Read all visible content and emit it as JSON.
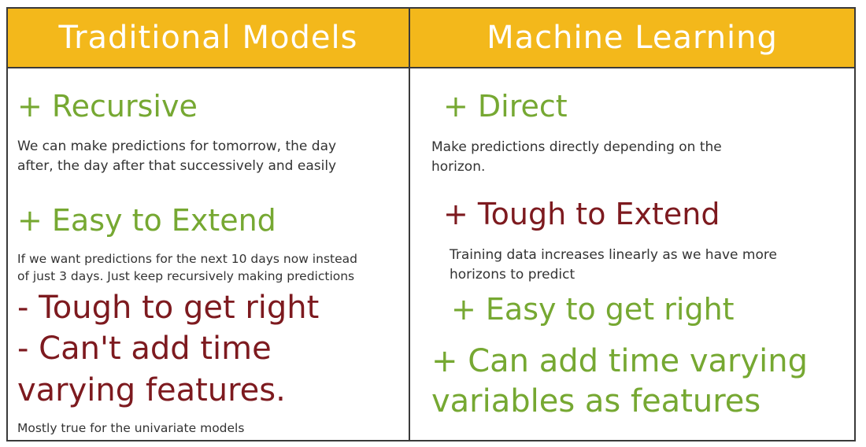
{
  "headers": {
    "left": "Traditional Models",
    "right": "Machine Learning"
  },
  "left": {
    "recursive_title": "+ Recursive",
    "recursive_desc_line1": "We can make predictions for tomorrow, the day",
    "recursive_desc_line2": "after, the day after that successively and easily",
    "extend_title": "+ Easy to Extend",
    "extend_desc_line1": "If we want predictions for the next 10 days now instead",
    "extend_desc_line2": "of just 3 days. Just keep recursively making predictions",
    "tough_right": "- Tough to get right",
    "cant_add_line1": "- Can't add time",
    "cant_add_line2": "varying features.",
    "footnote": "Mostly true for the univariate models"
  },
  "right": {
    "direct_title": "+ Direct",
    "direct_desc_line1": "Make predictions directly depending on the",
    "direct_desc_line2": "horizon.",
    "tough_extend": "+ Tough to Extend",
    "tough_extend_desc_line1": "Training data increases linearly as we have more",
    "tough_extend_desc_line2": "horizons to predict",
    "easy_right": "+ Easy to get right",
    "can_add_line1": "+ Can add time varying",
    "can_add_line2": "variables as features"
  },
  "colors": {
    "header_bg": "#f3b81b",
    "pro": "#76a832",
    "con": "#7d1a1f",
    "border": "#3a3a3a"
  }
}
